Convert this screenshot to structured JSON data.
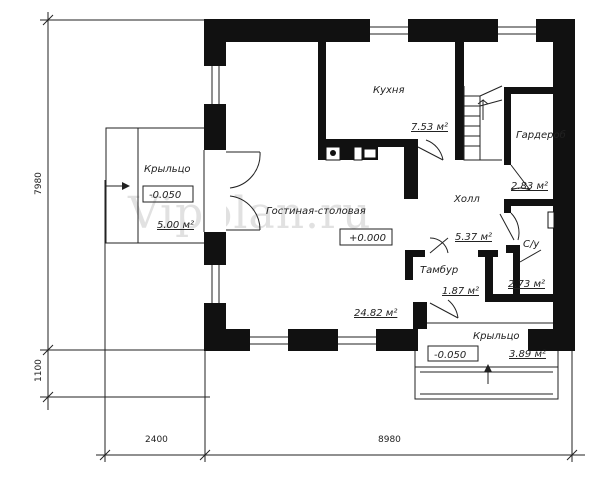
{
  "watermark": "Vipplan.ru",
  "rooms": {
    "kitchen": {
      "name": "Кухня",
      "area": "7.53 м²"
    },
    "dressing": {
      "name": "Гардероб"
    },
    "hall": {
      "name": "Холл",
      "area": "2.83 м²"
    },
    "living": {
      "name": "Гостиная-столовая",
      "area": "24.82 м²",
      "level": "+0.000"
    },
    "vestibule": {
      "name": "Тамбур",
      "area": "1.87 м²"
    },
    "hall_area2": "5.37 м²",
    "wc": {
      "name": "С/у",
      "area": "2.73 м²"
    },
    "porch_left": {
      "name": "Крыльцо",
      "level": "-0.050",
      "area": "5.00 м²"
    },
    "porch_bottom": {
      "name": "Крыльцо",
      "level": "-0.050",
      "area": "3.89 м²"
    }
  },
  "dimensions": {
    "height_main": "7980",
    "height_porch": "1100",
    "width_porch": "2400",
    "width_main": "8980"
  }
}
